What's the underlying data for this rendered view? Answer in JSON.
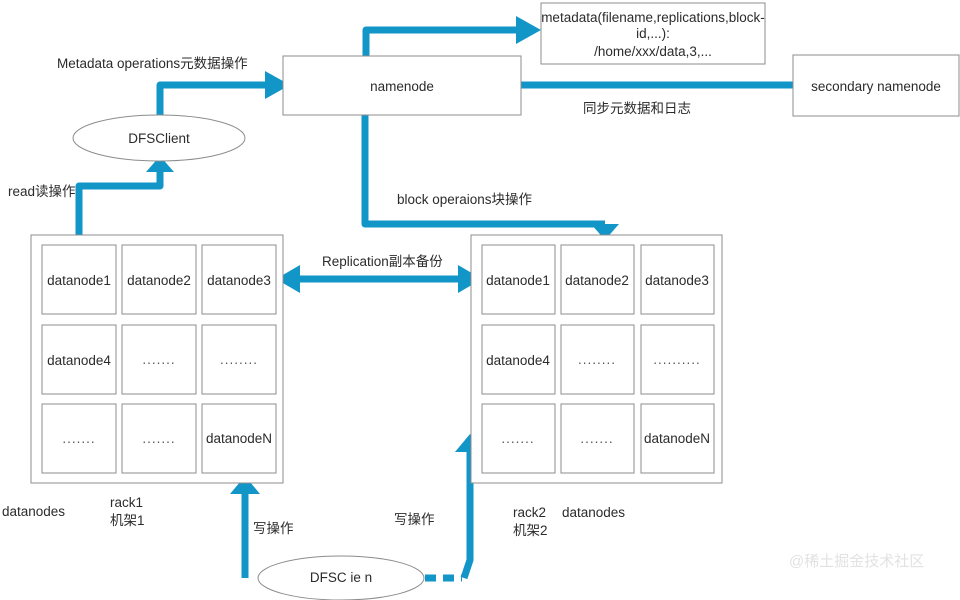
{
  "diagram": {
    "title": "HDFS architecture diagram",
    "accent_color": "#1296c8",
    "box_border_color": "#8c8c8c",
    "text_color": "#2b2b2b",
    "background": "#ffffff"
  },
  "nodes": {
    "metadata_box": {
      "line1": "metadata(filename,replications,block-",
      "line2": "id,...):",
      "line3": "/home/xxx/data,3,..."
    },
    "namenode": "namenode",
    "secondary_namenode": "secondary namenode",
    "dfsclient_top": "DFSClient",
    "dfsclient_bottom": "DFSC ie n"
  },
  "edges": {
    "metadata_operations": "Metadata operations元数据操作",
    "read_operation": "read读操作",
    "block_operations": "block operaions块操作",
    "sync_metadata_logs": "同步元数据和日志",
    "replication": "Replication副本备份",
    "write_left": "写操作",
    "write_right": "写操作"
  },
  "racks": [
    {
      "id": "rack1",
      "name_en": "rack1",
      "name_zh": "机架1",
      "side_label": "datanodes",
      "cells": [
        "datanode1",
        "datanode2",
        "datanode3",
        "datanode4",
        ".......",
        "........",
        ".......",
        ".......",
        "datanodeN"
      ]
    },
    {
      "id": "rack2",
      "name_en": "rack2",
      "name_zh": "机架2",
      "side_label": "datanodes",
      "cells": [
        "datanode1",
        "datanode2",
        "datanode3",
        "datanode4",
        "........",
        "..........",
        ".......",
        ".......",
        "datanodeN"
      ]
    }
  ],
  "watermark": "@稀土掘金技术社区"
}
